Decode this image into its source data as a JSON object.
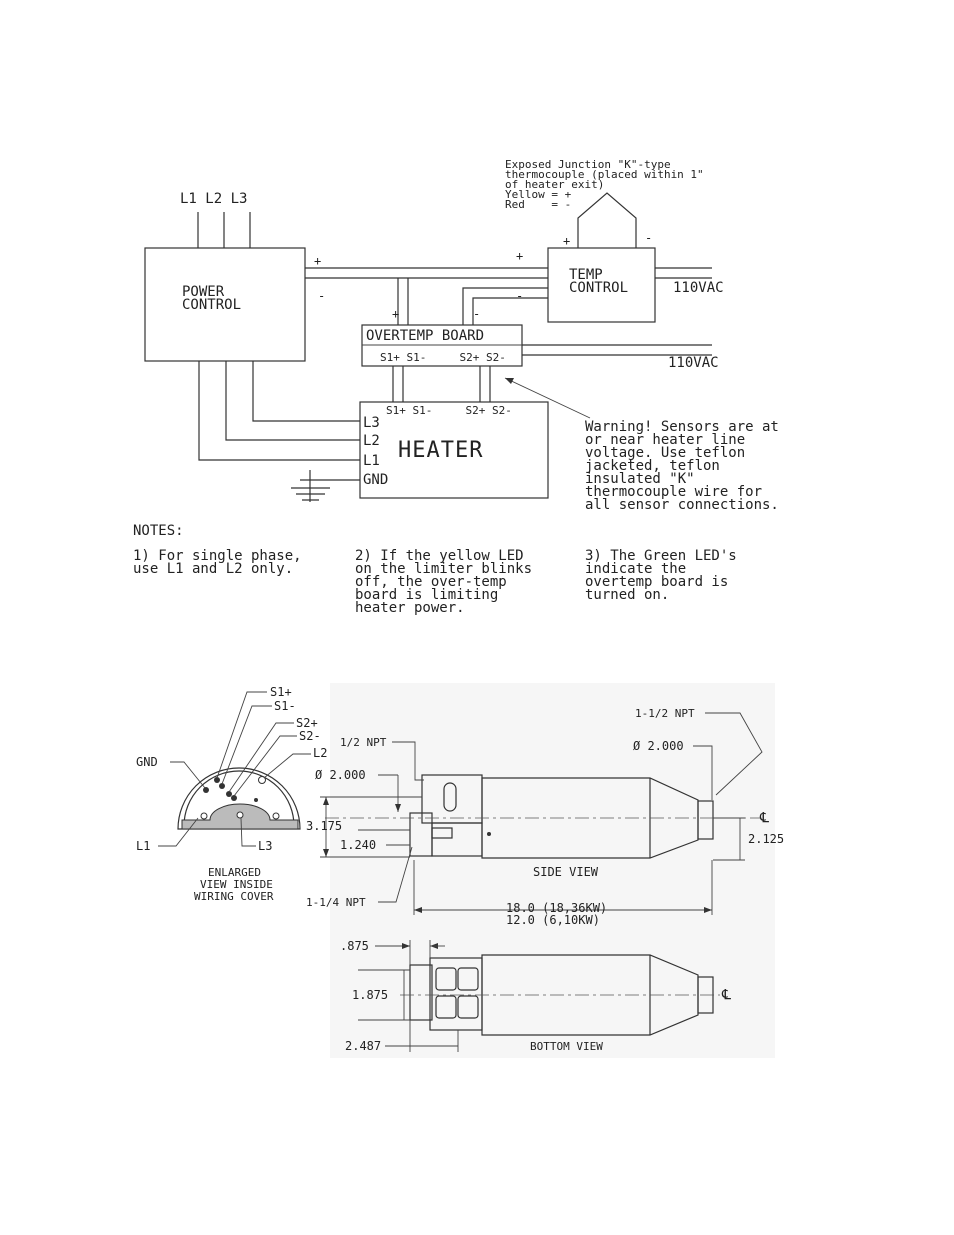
{
  "wiring": {
    "thermocouple_note": [
      "Exposed Junction \"K\"-type",
      "thermocouple (placed within 1\"",
      "of heater exit)",
      "Yellow = +",
      "Red    = -"
    ],
    "line_labels": "L1 L2 L3",
    "power_control": [
      "POWER",
      "CONTROL"
    ],
    "temp_control": [
      "TEMP",
      "CONTROL"
    ],
    "overtemp_board": "OVERTEMP BOARD",
    "board_pins": "S1+ S1-     S2+ S2-",
    "heater_pins": "S1+ S1-     S2+ S2-",
    "heater_title": "HEATER",
    "heater_terms": [
      "L3",
      "L2",
      "L1",
      "GND"
    ],
    "vac_1": "110VAC",
    "vac_2": "110VAC",
    "plus": "+",
    "minus": "-",
    "warning": [
      "Warning! Sensors are at",
      "or near heater line",
      "voltage.  Use teflon",
      "jacketed, teflon",
      "insulated \"K\"",
      "thermocouple  wire for",
      "all sensor connections."
    ]
  },
  "notes": {
    "heading": "NOTES:",
    "note1": [
      "1) For single phase,",
      "use L1 and L2 only."
    ],
    "note2": [
      "2) If the yellow LED",
      "on the limiter blinks",
      "off, the over-temp",
      "board is limiting",
      "heater power."
    ],
    "note3": [
      "3) The Green LED's",
      "indicate the",
      "overtemp board is",
      "turned on."
    ]
  },
  "drawing": {
    "s1p": "S1+",
    "s1m": "S1-",
    "s2p": "S2+",
    "s2m": "S2-",
    "gnd": "GND",
    "l1": "L1",
    "l2": "L2",
    "l3": "L3",
    "enlarged": [
      "ENLARGED",
      "VIEW INSIDE",
      "WIRING COVER"
    ],
    "half_npt": "1/2 NPT",
    "dia_left": "Ø 2.000",
    "dim_3175": "3.175",
    "dim_1240": "1.240",
    "quarter_npt": "1-1/4 NPT",
    "side_view": "SIDE VIEW",
    "len_1": "18.0 (18,36KW)",
    "len_2": "12.0 (6,10KW)",
    "npt_15": "1-1/2 NPT",
    "dia_right": "Ø 2.000",
    "cl": "℄",
    "dim_2125": "2.125",
    "dim_875": ".875",
    "dim_1875": "1.875",
    "dim_2487": "2.487",
    "bottom_view": "BOTTOM VIEW"
  }
}
